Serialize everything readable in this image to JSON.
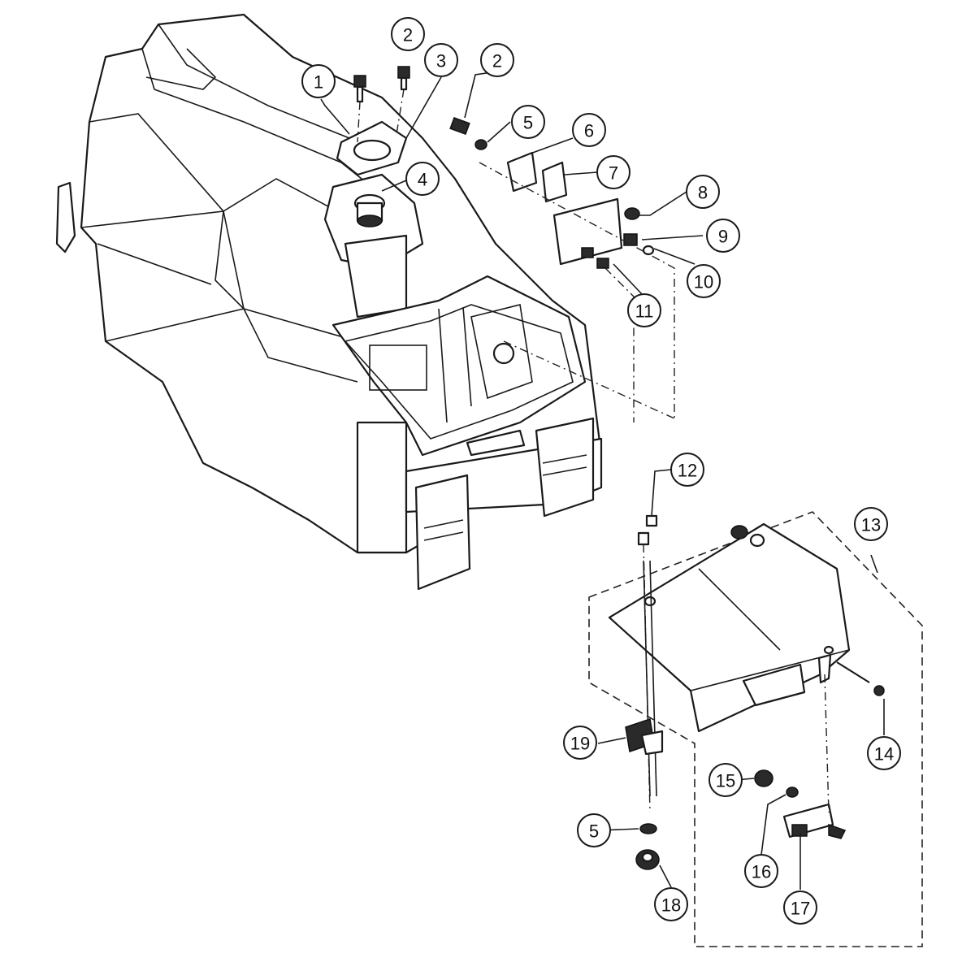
{
  "callouts": [
    {
      "label": "1"
    },
    {
      "label": "2"
    },
    {
      "label": "3"
    },
    {
      "label": "2"
    },
    {
      "label": "5"
    },
    {
      "label": "6"
    },
    {
      "label": "4"
    },
    {
      "label": "7"
    },
    {
      "label": "8"
    },
    {
      "label": "9"
    },
    {
      "label": "10"
    },
    {
      "label": "11"
    },
    {
      "label": "12"
    },
    {
      "label": "13"
    },
    {
      "label": "14"
    },
    {
      "label": "19"
    },
    {
      "label": "15"
    },
    {
      "label": "5"
    },
    {
      "label": "16"
    },
    {
      "label": "17"
    },
    {
      "label": "18"
    }
  ]
}
